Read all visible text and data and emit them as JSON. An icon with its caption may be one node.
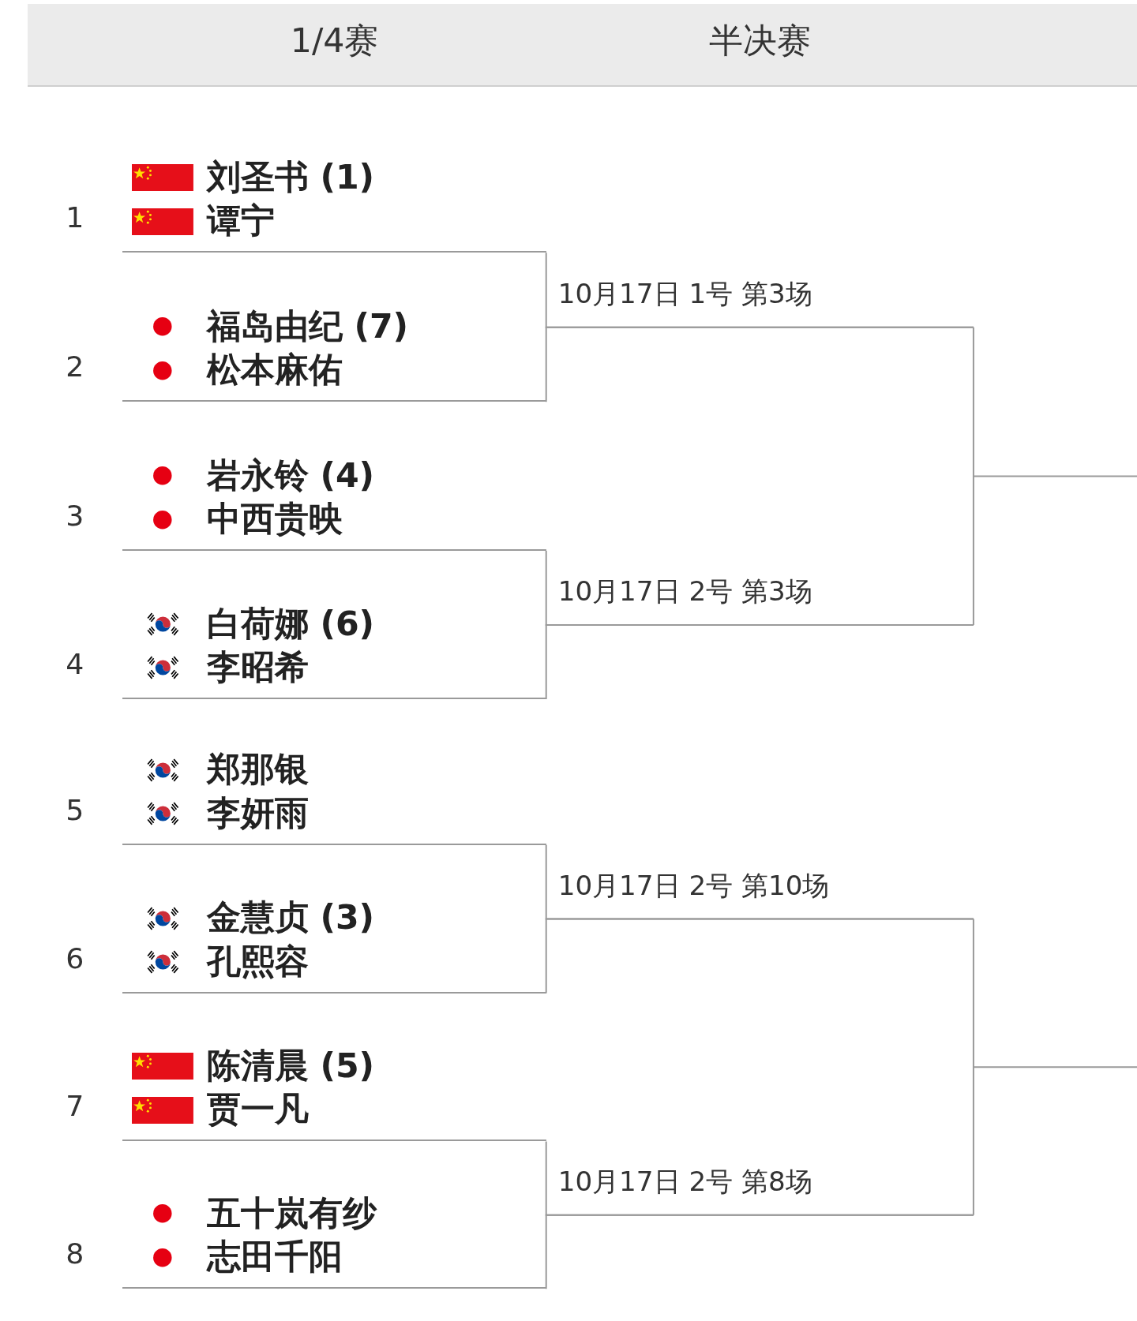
{
  "diagram": {
    "nodes": [
      {
        "text": [
          "刘圣书 (1)",
          "谭宁"
        ],
        "beside": [
          "1"
        ]
      },
      {
        "text": [
          "福岛由纪 (7)",
          "松本麻佑"
        ],
        "beside": [
          "2"
        ]
      },
      {
        "text": [
          "岩永铃 (4)",
          "中西贵映"
        ],
        "beside": [
          "3"
        ]
      },
      {
        "text": [
          "白荷娜 (6)",
          "李昭希"
        ],
        "beside": [
          "4"
        ]
      },
      {
        "text": [
          "郑那银",
          "李妍雨"
        ],
        "beside": [
          "5"
        ]
      },
      {
        "text": [
          "金慧贞 (3)",
          "孔熙容"
        ],
        "beside": [
          "6"
        ]
      },
      {
        "text": [
          "陈清晨 (5)",
          "贾一凡"
        ],
        "beside": [
          "7"
        ]
      },
      {
        "text": [
          "五十岚有纱",
          "志田千阳"
        ],
        "beside": [
          "8"
        ]
      }
    ],
    "edges": [
      {
        "from": 0,
        "to": null,
        "arrow": "none",
        "label": "10月17日 1号 第3场"
      },
      {
        "from": 1,
        "to": null,
        "arrow": "none"
      },
      {
        "from": 2,
        "to": null,
        "arrow": "none",
        "label": "10月17日 2号 第3场"
      },
      {
        "from": 3,
        "to": null,
        "arrow": "none"
      },
      {
        "from": 4,
        "to": null,
        "arrow": "none",
        "label": "10月17日 2号 第10场"
      },
      {
        "from": 5,
        "to": null,
        "arrow": "none"
      },
      {
        "from": 6,
        "to": null,
        "arrow": "none",
        "label": "10月17日 2号 第8场"
      },
      {
        "from": 7,
        "to": null,
        "arrow": "none"
      }
    ],
    "labels": [
      "1/4赛",
      "半决赛"
    ]
  }
}
